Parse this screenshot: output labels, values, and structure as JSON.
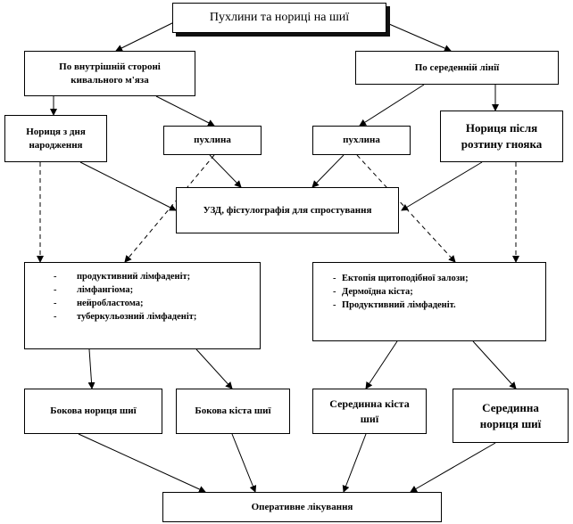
{
  "title": "Пухлини  та нориці  на шиї",
  "left_branch": "По внутрішній стороні кивального м'яза",
  "right_branch": "По середенній лінії",
  "left_fistula": "Нориця з дня народження",
  "left_tumor": "пухлина",
  "right_tumor": "пухлина",
  "right_fistula": "Нориця після розтину гнояка",
  "diagnostics": "УЗД, фістулографія для спростування",
  "left_dx": {
    "items": [
      "продуктивний лімфаденіт;",
      "лімфангіома;",
      "нейробластома;",
      "туберкульозний лімфаденіт;"
    ]
  },
  "right_dx": {
    "items": [
      "Ектопія щитоподібної залози;",
      "Дермоїдна кіста;",
      "Продуктивний лімфаденіт."
    ]
  },
  "outcomes": {
    "lateral_fistula": "Бокова нориця шиї",
    "lateral_cyst": "Бокова кіста шиї",
    "median_cyst": "Серединна кіста шиї",
    "median_fistula": "Серединна нориця шиї"
  },
  "treatment": "Оперативне лікування"
}
